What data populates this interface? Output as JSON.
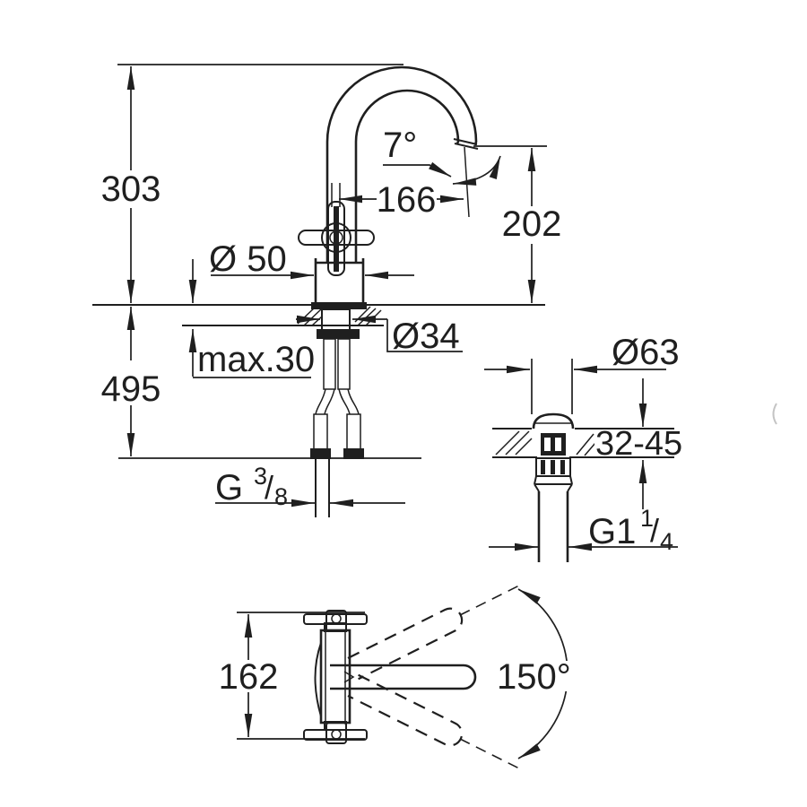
{
  "colors": {
    "ink": "#1f1f1f",
    "background": "#ffffff"
  },
  "views": {
    "front": {
      "labels": {
        "spout_top_height": "303",
        "overall_height": "495",
        "base_diameter": "Ø 50",
        "spout_angle": "7°",
        "spout_reach": "166",
        "outlet_height": "202",
        "shank_diameter": "Ø34",
        "max_deck_thickness": "max.30",
        "supply_thread_g": "G",
        "supply_thread_num": "3",
        "supply_thread_slash": "/",
        "supply_thread_den": "8"
      }
    },
    "waste": {
      "labels": {
        "flange_diameter": "Ø63",
        "deck_thickness_range": "32-45",
        "waste_thread_g": "G1",
        "waste_thread_num": "1",
        "waste_thread_slash": "/",
        "waste_thread_den": "4"
      }
    },
    "top": {
      "labels": {
        "handle_width": "162",
        "swivel_range": "150°"
      }
    }
  }
}
